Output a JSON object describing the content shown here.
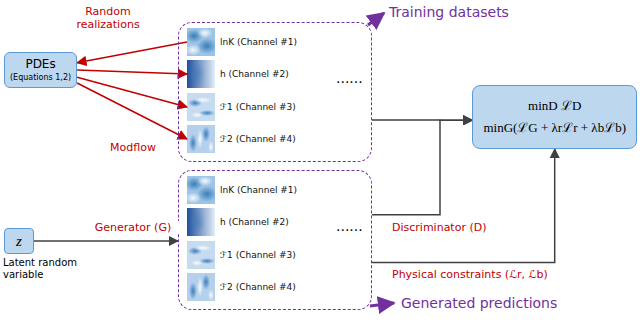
{
  "diagram": {
    "nodes": [
      {
        "text": [
          "PDEs",
          "(Equations 1,2)"
        ]
      },
      {
        "text": [
          "Training datasets"
        ]
      },
      {
        "text": [
          "lnK (Channel #1)"
        ],
        "in": 1
      },
      {
        "text": [
          "h (Channel #2)"
        ],
        "in": 1
      },
      {
        "text": [
          "ℱ1 (Channel #3)"
        ],
        "in": 1
      },
      {
        "text": [
          "ℱ2 (Channel #4)"
        ],
        "in": 1
      },
      {
        "text": [
          "z",
          "Latent random variable"
        ]
      },
      {
        "text": [
          "Generated predictions"
        ]
      },
      {
        "text": [
          "lnK (Channel #1)"
        ],
        "in": 7
      },
      {
        "text": [
          "h (Channel #2)"
        ],
        "in": 7
      },
      {
        "text": [
          "ℱ1 (Channel #3)"
        ],
        "in": 7
      },
      {
        "text": [
          "ℱ2 (Channel #4)"
        ],
        "in": 7
      },
      {
        "text": [
          "minD ℒD",
          "minG(ℒG + λrℒr + λbℒb)"
        ]
      }
    ],
    "edges": [
      {
        "from": 2,
        "to": 0,
        "arrow": "to",
        "label": "Random realizations"
      },
      {
        "from": 0,
        "to": 3,
        "arrow": "to"
      },
      {
        "from": 0,
        "to": 4,
        "arrow": "to",
        "label": "Modflow"
      },
      {
        "from": 0,
        "to": 5,
        "arrow": "to"
      },
      {
        "from": 6,
        "to": 7,
        "arrow": "to",
        "label": "Generator (G)"
      },
      {
        "from": 1,
        "to": 12,
        "arrow": "to"
      },
      {
        "from": 7,
        "to": 12,
        "arrow": "to",
        "label": "Discriminator (D)"
      },
      {
        "from": 7,
        "to": 12,
        "arrow": "to",
        "label": "Physical constraints (ℒr, ℒb)"
      }
    ],
    "labels": [
      "......",
      "......"
    ]
  }
}
